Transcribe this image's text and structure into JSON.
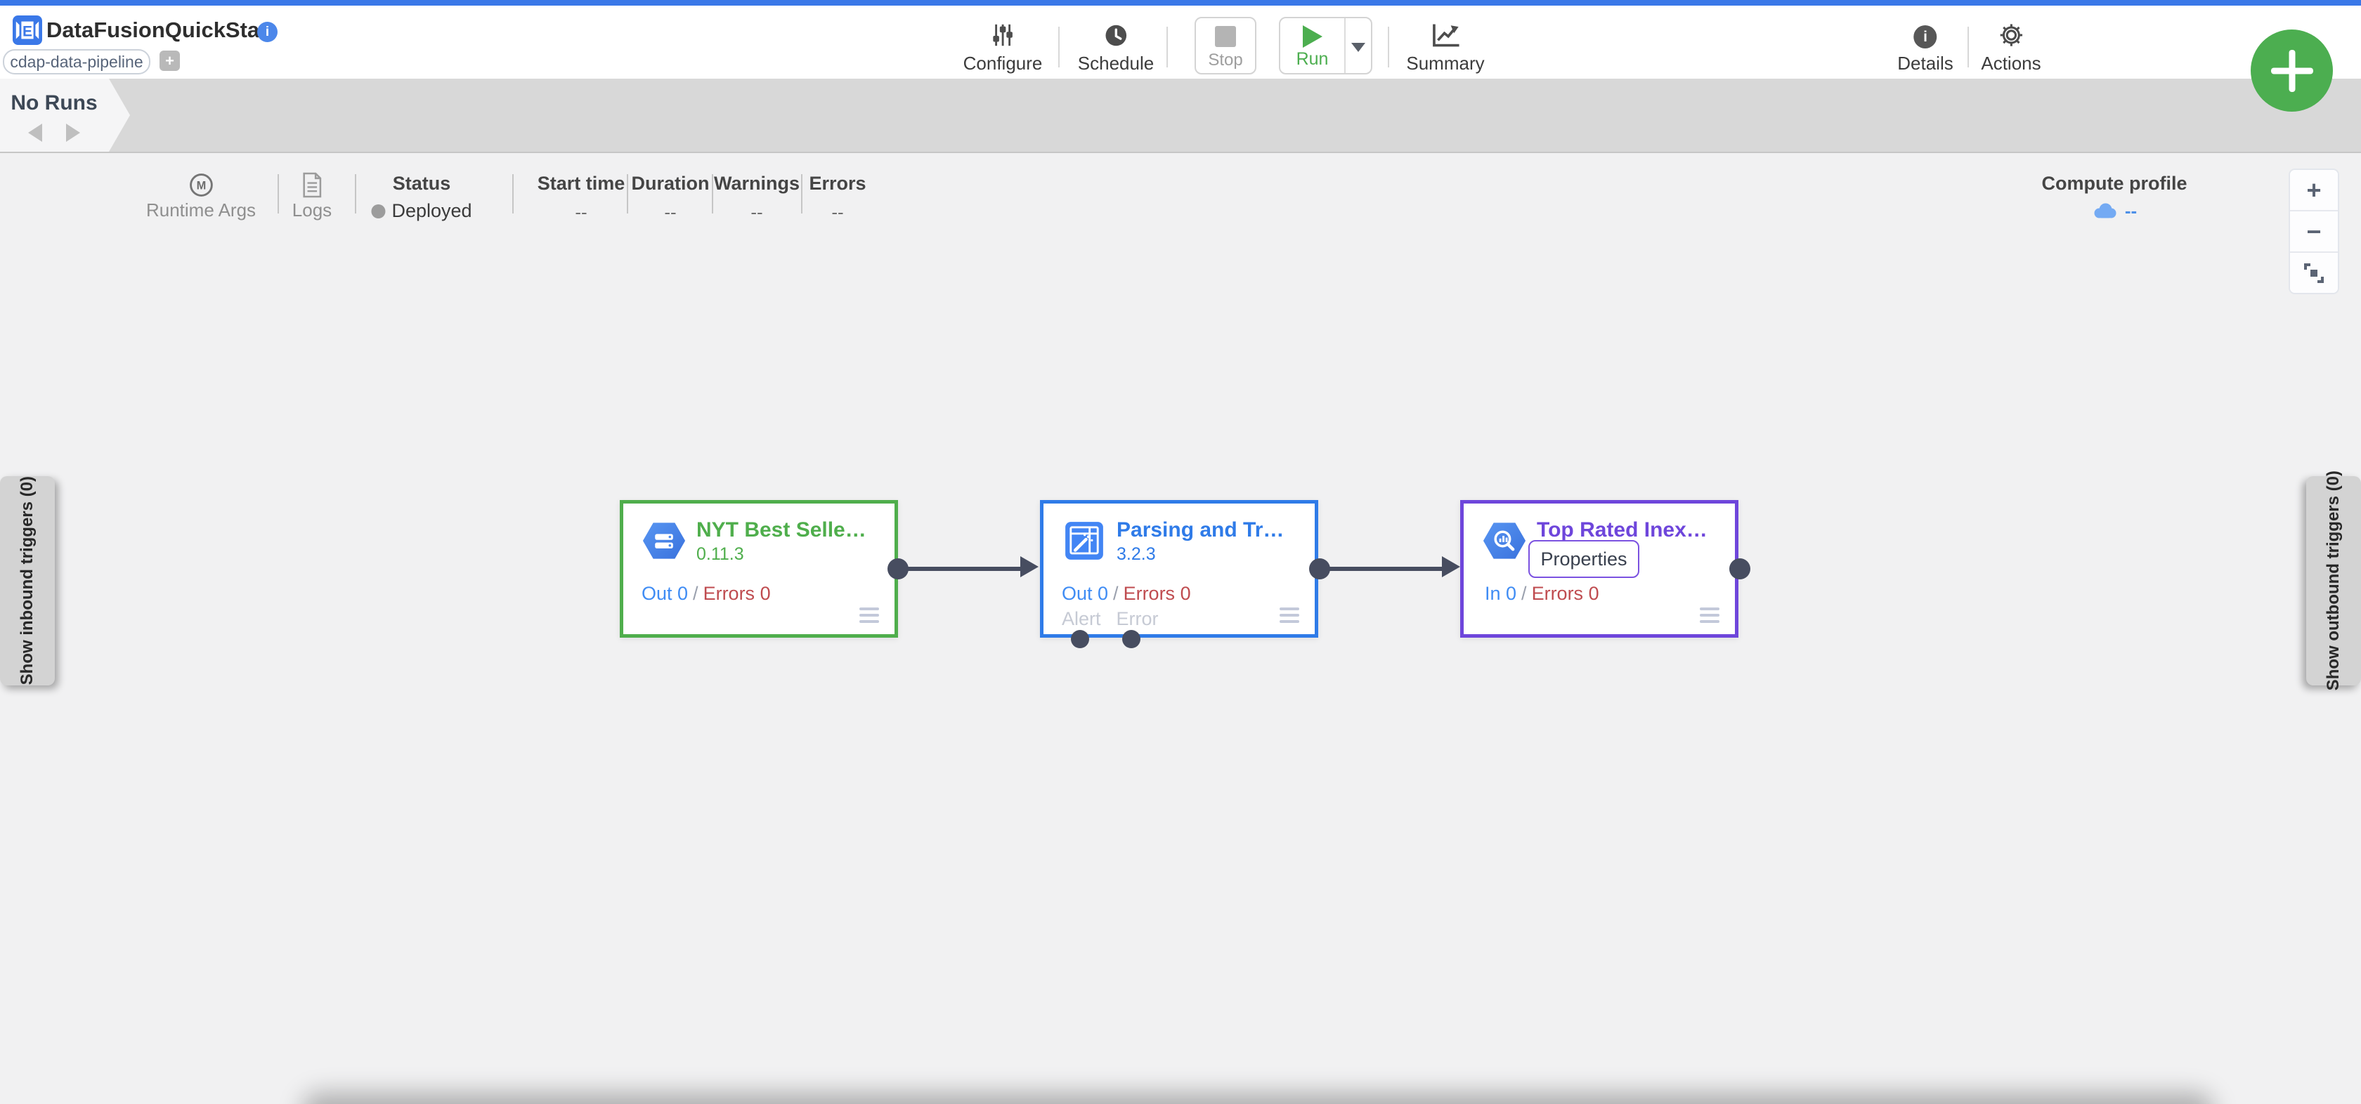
{
  "colors": {
    "brand_blue": "#3a78e8",
    "run_green": "#4cae4f",
    "fab_green": "#4cae50",
    "source_green": "#4fae4c",
    "transform_blue": "#2f7be8",
    "sink_purple": "#6e46db",
    "metric_blue": "#3f8cf4",
    "metric_red": "#bf4b4f",
    "bar_gray": "#d8d8d8",
    "port_dark": "#474d60"
  },
  "header": {
    "title": "DataFusionQuickStart",
    "tag": "cdap-data-pipeline",
    "add_tag": "+",
    "toolbar": {
      "configure": "Configure",
      "schedule": "Schedule",
      "stop": "Stop",
      "run": "Run",
      "summary": "Summary",
      "details": "Details",
      "actions": "Actions"
    }
  },
  "status_bar": {
    "runs": "No Runs",
    "runtime_args": "Runtime Args",
    "logs": "Logs",
    "status": {
      "label": "Status",
      "value": "Deployed"
    },
    "columns": [
      {
        "label": "Start time",
        "value": "--"
      },
      {
        "label": "Duration",
        "value": "--"
      },
      {
        "label": "Warnings",
        "value": "--"
      },
      {
        "label": "Errors",
        "value": "--"
      }
    ],
    "compute_profile": {
      "label": "Compute profile",
      "value": "--"
    }
  },
  "canvas": {
    "zoom": {
      "in": "+",
      "out": "−"
    },
    "inbound_tab": "Show inbound triggers (0)",
    "outbound_tab": "Show outbound triggers (0)",
    "nodes": [
      {
        "title": "NYT Best Selle…",
        "version": "0.11.3",
        "metric_primary": "Out 0",
        "metric_separator": "/",
        "metric_errors": "Errors 0"
      },
      {
        "title": "Parsing and Tr…",
        "version": "3.2.3",
        "metric_primary": "Out 0",
        "metric_separator": "/",
        "metric_errors": "Errors 0",
        "ports": {
          "alert": "Alert",
          "error": "Error"
        }
      },
      {
        "title": "Top Rated Inex…",
        "properties": "Properties",
        "metric_primary": "In 0",
        "metric_separator": "/",
        "metric_errors": "Errors 0"
      }
    ]
  },
  "icons": {
    "logo_glyph": "E",
    "info_glyph": "i",
    "runtime_args_glyph": "M"
  }
}
